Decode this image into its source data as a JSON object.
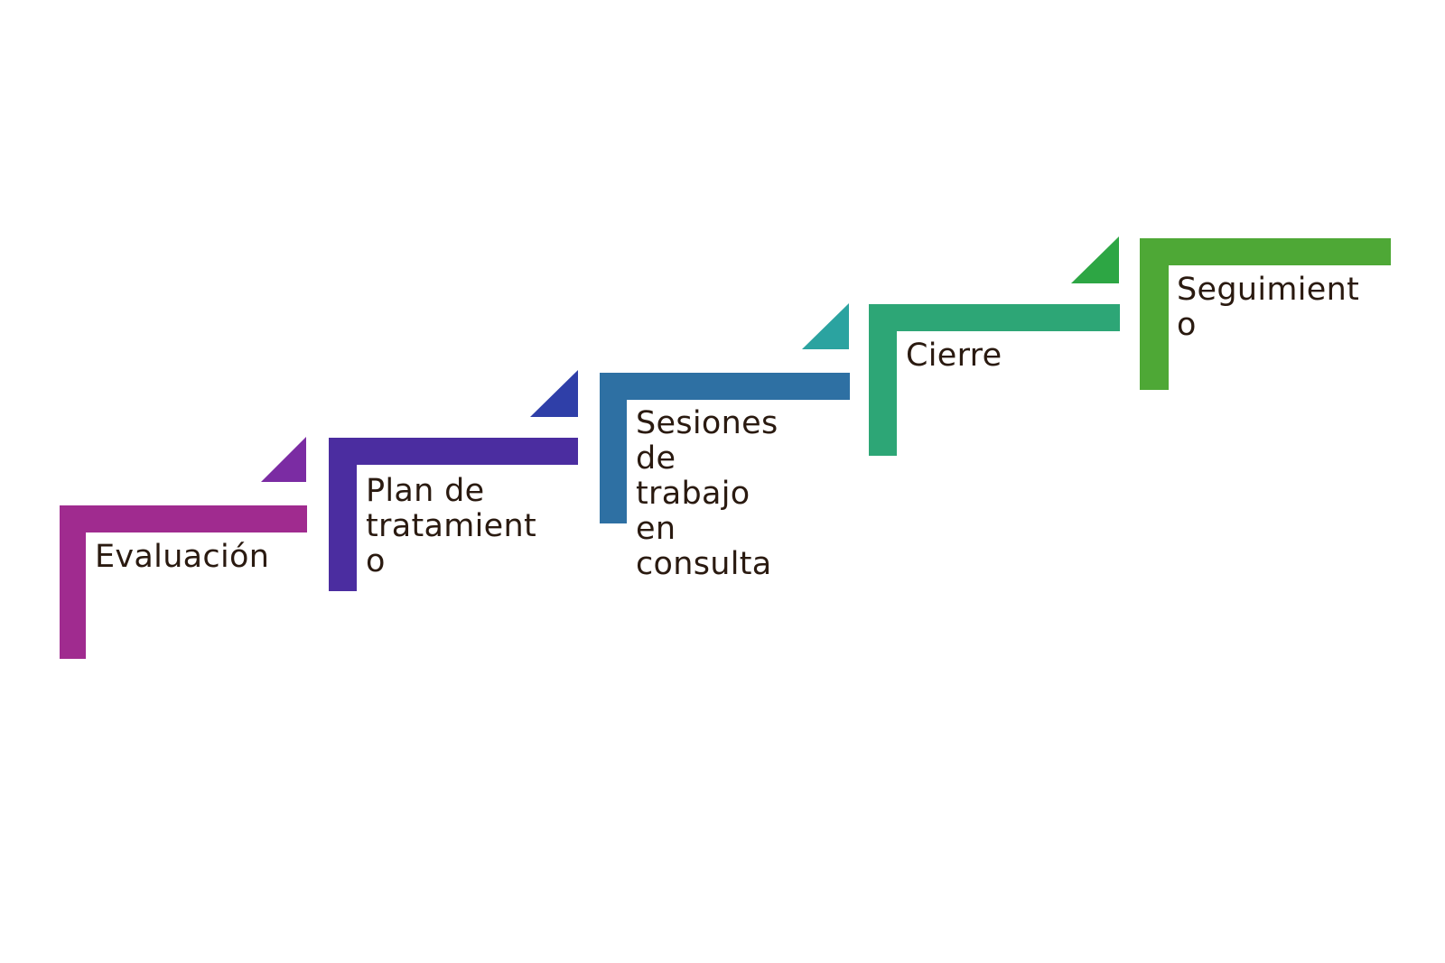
{
  "diagram": {
    "type": "ascending-steps",
    "steps": [
      {
        "lines": [
          "Evaluación"
        ],
        "color": "#A02B8F",
        "accent": "#7B2CA3"
      },
      {
        "lines": [
          "Plan de",
          "tratamient",
          "o"
        ],
        "color": "#4B2DA0",
        "accent": "#2F3FA8"
      },
      {
        "lines": [
          "Sesiones",
          "de trabajo",
          "en consulta"
        ],
        "color": "#2E70A3",
        "accent": "#2BA3A0"
      },
      {
        "lines": [
          "Cierre"
        ],
        "color": "#2DA676",
        "accent": "#2DA644"
      },
      {
        "lines": [
          "Seguimient",
          "o"
        ],
        "color": "#4EA836",
        "accent": "#3EA83E"
      }
    ]
  }
}
